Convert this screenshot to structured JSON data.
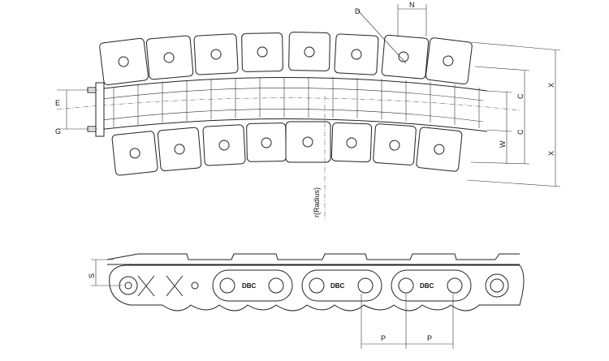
{
  "top_view": {
    "labels": {
      "d": "D",
      "n": "N",
      "e": "E",
      "g": "G",
      "c_upper": "C",
      "c_lower": "C",
      "w": "W",
      "x_upper": "X",
      "x_lower": "X",
      "radius": "r(Radius)"
    }
  },
  "side_view": {
    "labels": {
      "s": "S",
      "p_left": "P",
      "p_right": "P"
    },
    "plate_marks": [
      "DBC",
      "DBC",
      "DBC"
    ]
  }
}
